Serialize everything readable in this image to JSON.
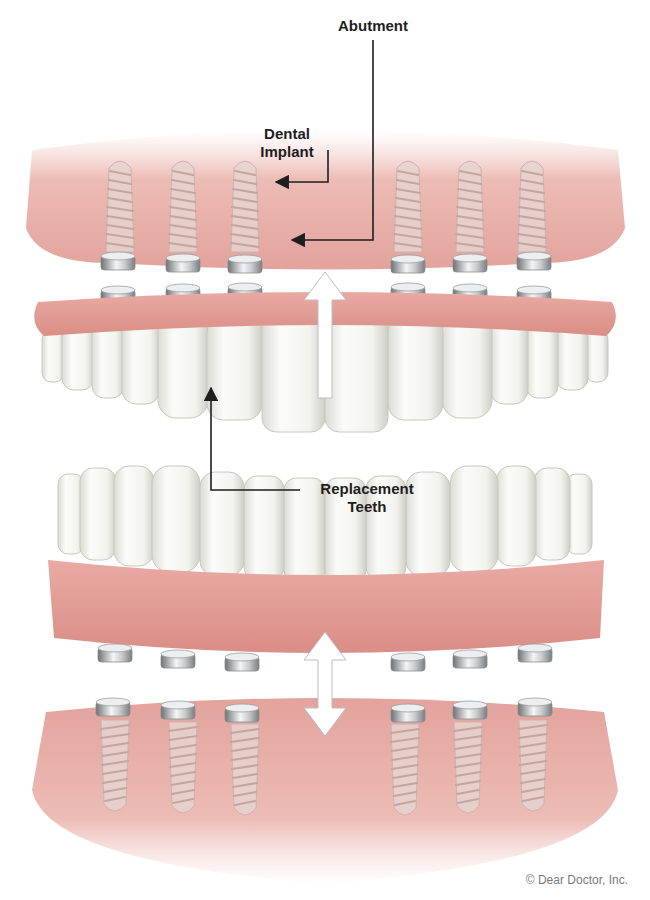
{
  "diagram": {
    "labels": [
      "Abutment",
      "Dental Implant",
      "Replacement Teeth",
      "© Dear Doctor, Inc."
    ]
  }
}
